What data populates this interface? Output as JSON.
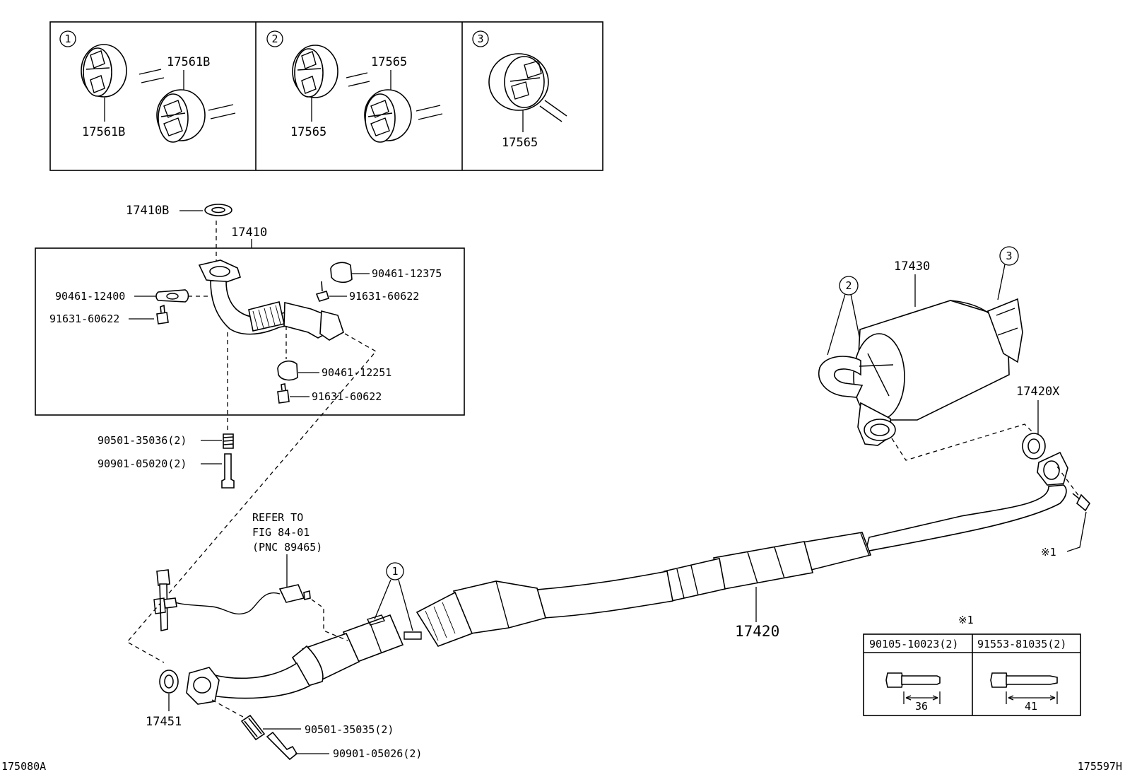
{
  "inset_panels": [
    {
      "number": "1",
      "part_top": "17561B",
      "part_bottom": "17561B"
    },
    {
      "number": "2",
      "part_top": "17565",
      "part_bottom": "17565"
    },
    {
      "number": "3",
      "part_bottom": "17565"
    }
  ],
  "labels": {
    "gasket_top": "17410B",
    "front_pipe": "17410",
    "clamp_1": "90461-12375",
    "bolt_1": "91631-60622",
    "clamp_2": "90461-12400",
    "bolt_2": "91631-60622",
    "clamp_3": "90461-12251",
    "bolt_3": "91631-60622",
    "spring_top": "90501-35036(2)",
    "bolt_top": "90901-05020(2)",
    "muffler": "17430",
    "muffler_ref": "3",
    "muffler_hangers": "2",
    "gasket_rear": "17420X",
    "center_pipe": "17420",
    "pipe_hangers": "1",
    "gasket_front": "17451",
    "spring_bottom": "90501-35035(2)",
    "bolt_bottom": "90901-05026(2)",
    "note_ref": "※1",
    "refer_line1": "REFER TO",
    "refer_line2": "FIG 84-01",
    "refer_line3": "(PNC 89465)"
  },
  "bolt_table": {
    "marker": "※1",
    "columns": [
      {
        "part": "90105-10023(2)",
        "length": "36"
      },
      {
        "part": "91553-81035(2)",
        "length": "41"
      }
    ]
  },
  "footer": {
    "left_code": "175080A",
    "right_code": "175597H"
  }
}
